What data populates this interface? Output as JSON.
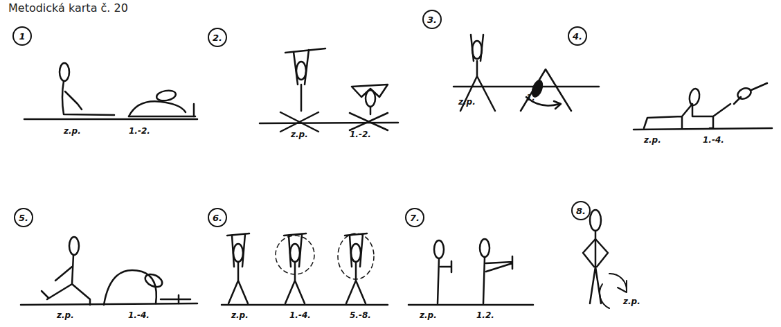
{
  "diagram": {
    "title": "Metodická karta č. 20",
    "nodes": [
      {
        "text": [
          "1"
        ]
      },
      {
        "text": [
          "2."
        ]
      },
      {
        "text": [
          "3."
        ]
      },
      {
        "text": [
          "4."
        ]
      },
      {
        "text": [
          "5."
        ]
      },
      {
        "text": [
          "6."
        ]
      },
      {
        "text": [
          "7."
        ]
      },
      {
        "text": [
          "8."
        ]
      }
    ],
    "labels": [
      "z.p.",
      "1.-2.",
      "z.p.",
      "1.-2.",
      "z.p.",
      "1.",
      "z.p.",
      "1.-4.",
      "z.p.",
      "1.-4.",
      "z.p.",
      "1.-4.",
      "5.-8.",
      "z.p.",
      "1.2.",
      "z.p."
    ]
  }
}
